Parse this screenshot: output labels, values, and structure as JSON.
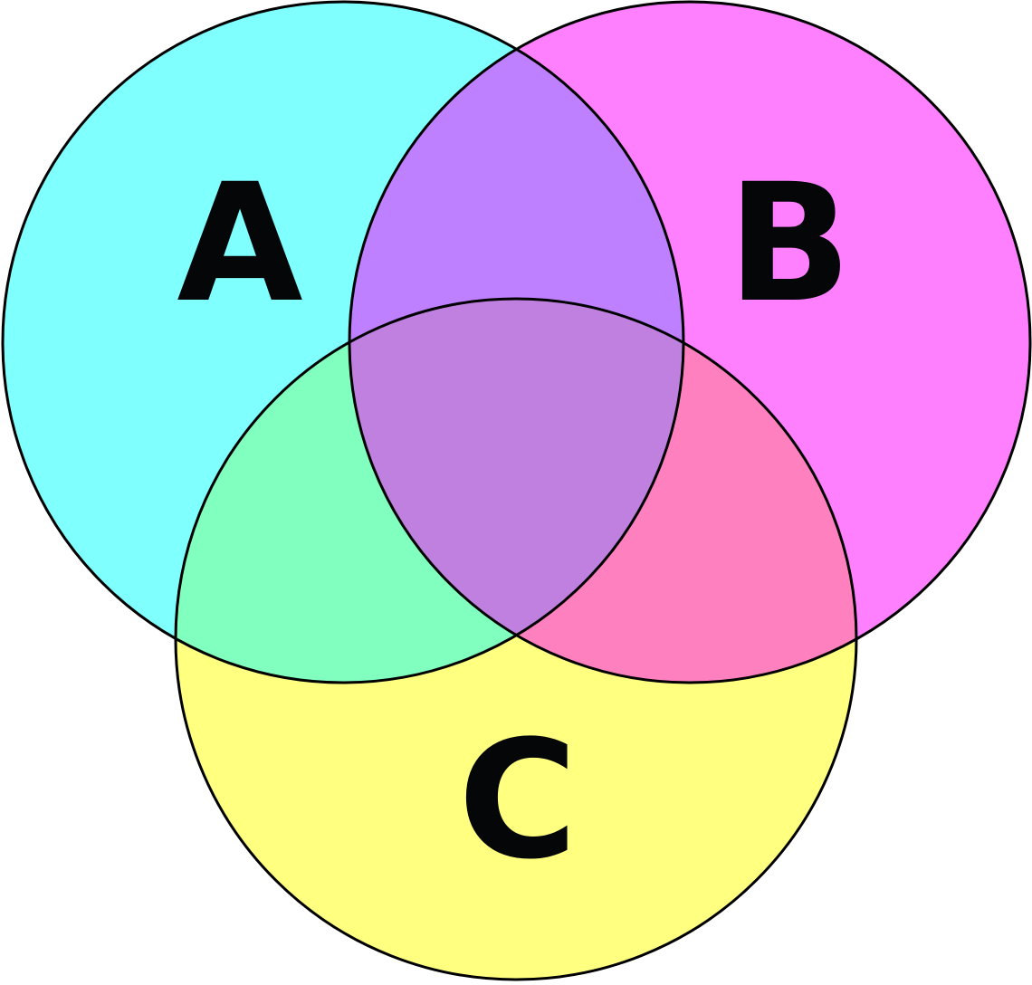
{
  "venn": {
    "sets": [
      {
        "id": "a",
        "label": "A",
        "color": "#80FFFF"
      },
      {
        "id": "b",
        "label": "B",
        "color": "#FF80FF"
      },
      {
        "id": "c",
        "label": "C",
        "color": "#FFFF80"
      }
    ],
    "regions": {
      "a_b": "#BF80FF",
      "a_c": "#80FFBF",
      "b_c": "#FF80BF",
      "a_b_c": "#BF80DF"
    },
    "outline_color": "#000000"
  }
}
